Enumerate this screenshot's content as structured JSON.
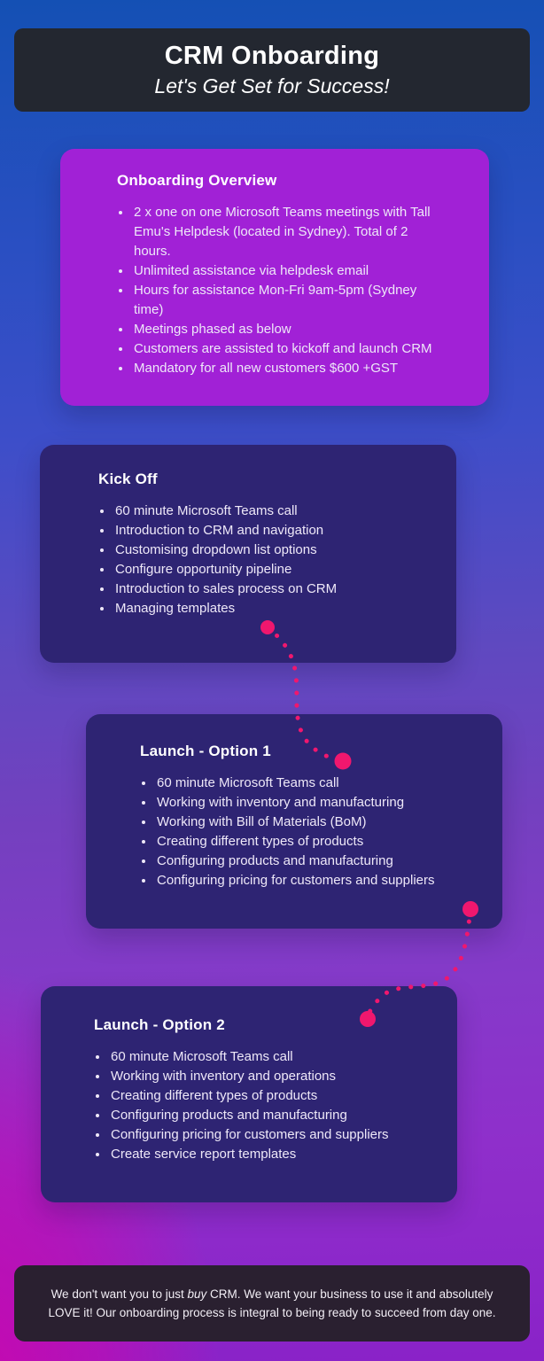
{
  "header": {
    "title": "CRM Onboarding",
    "subtitle": "Let's Get Set for Success!"
  },
  "cards": [
    {
      "title": "Onboarding Overview",
      "bullets": [
        "2 x one on one Microsoft Teams meetings with Tall Emu's Helpdesk (located in Sydney). Total of 2 hours.",
        "Unlimited assistance via helpdesk email",
        "Hours for assistance Mon-Fri 9am-5pm (Sydney time)",
        "Meetings phased as below",
        "Customers are assisted to kickoff and launch CRM",
        "Mandatory for all new customers $600 +GST"
      ]
    },
    {
      "title": "Kick Off",
      "bullets": [
        "60 minute Microsoft Teams call",
        "Introduction to CRM and navigation",
        "Customising dropdown list options",
        "Configure opportunity pipeline",
        "Introduction to sales process on CRM",
        "Managing templates"
      ]
    },
    {
      "title": "Launch - Option 1",
      "bullets": [
        "60 minute Microsoft Teams call",
        "Working with inventory and manufacturing",
        "Working with Bill of Materials (BoM)",
        "Creating different types of products",
        "Configuring products and manufacturing",
        "Configuring pricing for customers and suppliers"
      ]
    },
    {
      "title": "Launch - Option 2",
      "bullets": [
        "60 minute Microsoft Teams call",
        "Working with inventory and operations",
        "Creating different types of products",
        "Configuring products and manufacturing",
        "Configuring pricing for customers and suppliers",
        "Create service report templates"
      ]
    }
  ],
  "footer": {
    "text_before_italic": "We don't want you to just ",
    "italic_word": "buy",
    "text_after_italic": " CRM. We want your business to use it and absolutely LOVE it! Our onboarding process is integral to being ready to succeed from day one."
  },
  "colors": {
    "accent_pink": "#f0176e",
    "card_purple": "#a121d6",
    "card_indigo": "#2e2473",
    "header_dark": "#232730",
    "footer_dark": "#2a2030",
    "bg_top_blue": "#1450b4",
    "bg_bottom_magenta": "#c20ab0",
    "bg_bottom_violet": "#8a22c8"
  }
}
